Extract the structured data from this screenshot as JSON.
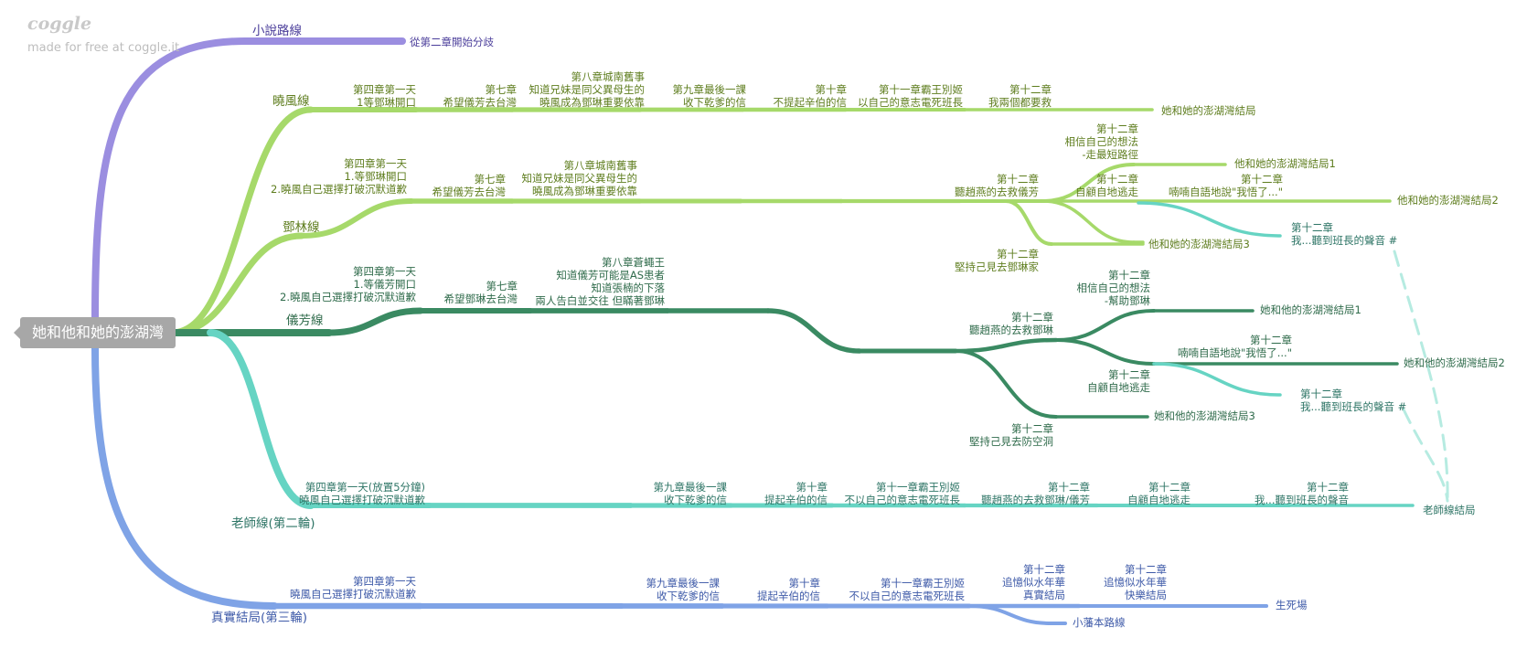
{
  "brand": {
    "logo": "coggle",
    "tagline": "made for free at coggle.it"
  },
  "root": {
    "label": "她和他和她的澎湖灣"
  },
  "colors": {
    "purple": "#9b8ee0",
    "lightgreen": "#a6d96a",
    "green": "#3a8a62",
    "teal": "#66d4c3",
    "blue": "#7fa3e6",
    "purple_text": "#4a3d9a",
    "lightgreen_text": "#5e7d1e",
    "green_text": "#2f6b4b",
    "teal_text": "#2e7566",
    "blue_text": "#3e5aa8"
  },
  "branches": {
    "novel": {
      "label": "小說路線",
      "nodes": {
        "n1": "從第二章開始分歧"
      }
    },
    "xiaofeng": {
      "label": "曉風線",
      "nodes": {
        "n1": "第四章第一天\n1等鄧琳開口",
        "n2": "第七章\n希望儀芳去台灣",
        "n3": "第八章城南舊事\n知道兄妹是同父異母生的\n曉風成為鄧琳重要依靠",
        "n4": "第九章最後一課\n收下乾爹的信",
        "n5": "第十章\n不提起辛伯的信",
        "n6": "第十一章霸王別姬\n以自己的意志電死班長",
        "n7": "第十二章\n我兩個都要救",
        "end": "她和她的澎湖灣結局"
      }
    },
    "denglin": {
      "label": "鄧林線",
      "nodes": {
        "n1": "第四章第一天\n1.等鄧琳開口\n2.曉風自己選擇打破沉默道歉",
        "n2": "第七章\n希望儀芳去台灣",
        "n3": "第八章城南舊事\n知道兄妹是同父異母生的\n曉風成為鄧琳重要依靠",
        "n4": "第十二章\n聽趙燕的去救儀芳",
        "n5": "第十二章\n相信自己的想法\n-走最短路徑",
        "end1": "他和她的澎湖灣結局1",
        "n6": "第十二章\n自顧自地逃走",
        "n7": "第十二章\n喃喃自語地說\"我悟了...\"",
        "end2": "他和她的澎湖灣結局2",
        "n8": "第十二章\n我...聽到班長的聲音 #",
        "n9": "第十二章\n堅持己見去鄧琳家",
        "end3": "他和她的澎湖灣結局3"
      }
    },
    "yifang": {
      "label": "儀芳線",
      "nodes": {
        "n1": "第四章第一天\n1.等儀芳開口\n2.曉風自己選擇打破沉默道歉",
        "n2": "第七章\n希望鄧琳去台灣",
        "n3": "第八章蒼蠅王\n知道儀芳可能是AS患者\n知道張楠的下落\n兩人告白並交往 但瞞著鄧琳",
        "n4": "第十二章\n聽趙燕的去救鄧琳",
        "n5": "第十二章\n相信自己的想法\n-幫助鄧琳",
        "end1": "她和他的澎湖灣結局1",
        "n6": "第十二章\n喃喃自語地說\"我悟了...\"",
        "end2": "她和他的澎湖灣結局2",
        "n7": "第十二章\n自顧自地逃走",
        "n8": "第十二章\n我...聽到班長的聲音 #",
        "n9": "第十二章\n堅持己見去防空洞",
        "end3": "她和他的澎湖灣結局3"
      }
    },
    "teacher": {
      "label": "老師線(第二輪)",
      "nodes": {
        "n1": "第四章第一天(放置5分鐘)\n曉風自己選擇打破沉默道歉",
        "n2": "第九章最後一課\n收下乾爹的信",
        "n3": "第十章\n提起辛伯的信",
        "n4": "第十一章霸王別姬\n不以自己的意志電死班長",
        "n5": "第十二章\n聽趙燕的去救鄧琳/儀芳",
        "n6": "第十二章\n自顧自地逃走",
        "n7": "第十二章\n我...聽到班長的聲音",
        "end": "老師線結局"
      }
    },
    "truth": {
      "label": "真實結局(第三輪)",
      "nodes": {
        "n1": "第四章第一天\n曉風自己選擇打破沉默道歉",
        "n2": "第九章最後一課\n收下乾爹的信",
        "n3": "第十章\n提起辛伯的信",
        "n4": "第十一章霸王別姬\n不以自己的意志電死班長",
        "n5": "第十二章\n追憶似水年華\n真實結局",
        "n6": "第十二章\n追憶似水年華\n快樂結局",
        "end": "生死場",
        "alt": "小藩本路線"
      }
    }
  }
}
